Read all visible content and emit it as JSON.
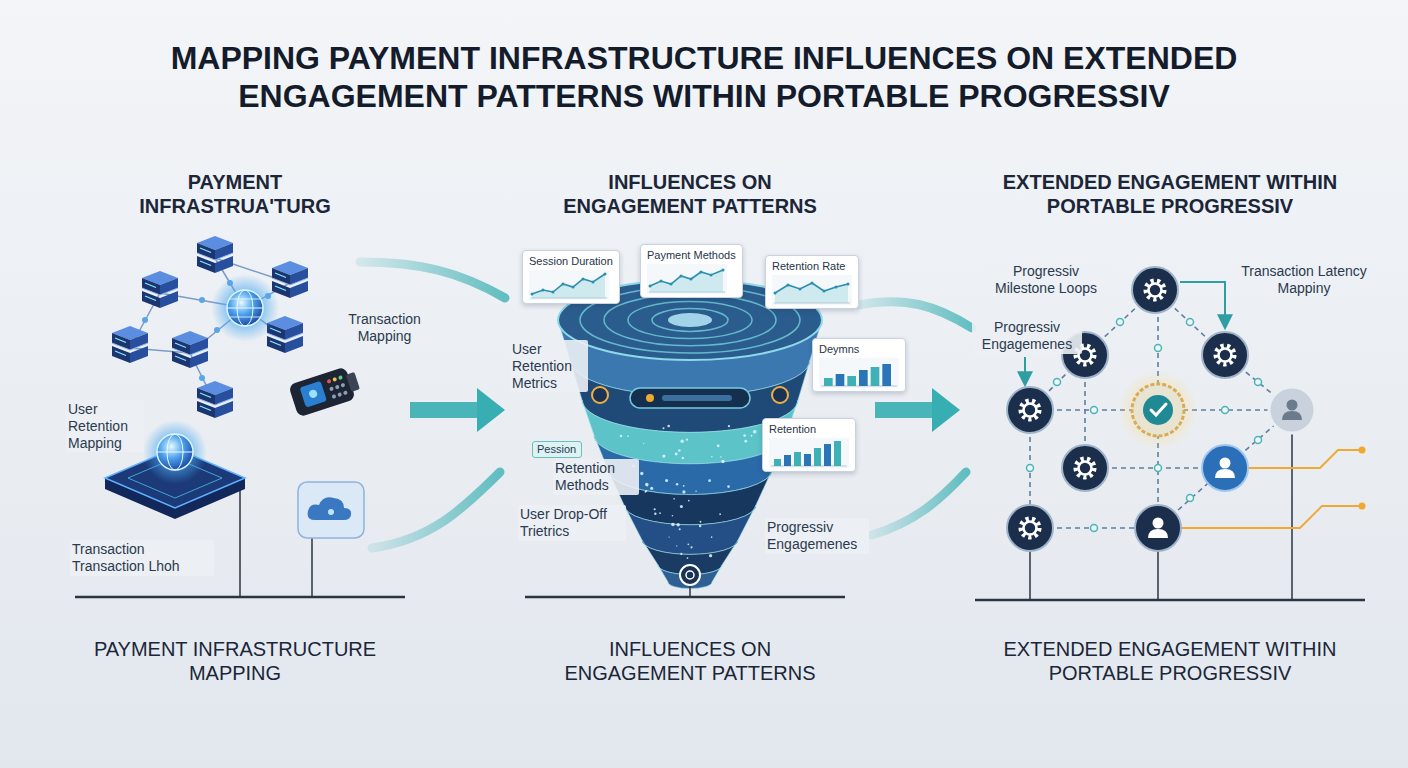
{
  "diagram": {
    "title": "MAPPING PAYMENT INFRASTRUCTURE INFLUENCES ON EXTENDED ENGAGEMENT PATTERNS WITHIN PORTABLE PROGRESSIV",
    "nodes": [
      {
        "text": [
          "PAYMENT INFRASTRUA'TURG",
          "PAYMENT INFRASTRUCTURE MAPPING"
        ]
      },
      {
        "text": [
          "INFLUENCES ON ENGAGEMENT PATTERNS",
          "INFLUENCES ON ENGAGEMENT PATTERNS"
        ]
      },
      {
        "text": [
          "Session Duration"
        ],
        "in": 1
      },
      {
        "text": [
          "Payment Methods"
        ],
        "in": 1
      },
      {
        "text": [
          "Retention Rate"
        ],
        "in": 1
      },
      {
        "text": [
          "Deymns"
        ],
        "in": 1
      },
      {
        "text": [
          "Retention"
        ],
        "in": 1
      },
      {
        "text": [
          "Pession"
        ],
        "in": 1
      },
      {
        "text": [
          "EXTENDED ENGAGEMENT WITHIN PORTABLE PROGRESSIV",
          "EXTENDED ENGAGEMENT WITHIN PORTABLE PROGRESSIV"
        ]
      }
    ],
    "edges": [
      {
        "from": 0,
        "to": 1,
        "arrow": "to"
      },
      {
        "from": 1,
        "to": 8,
        "arrow": "to"
      }
    ],
    "labels": [
      "Transaction Mapping",
      "User Retention Mapping",
      "Transaction Transaction Lhoh",
      "User Retention Metrics",
      "Retention Methods",
      "User Drop-Off Trietrics",
      "Progressiv Engagemenes",
      "Progressiv Milestone Loops",
      "Transaction Latency Mappiny",
      "Progressiv Engagemenes"
    ]
  }
}
